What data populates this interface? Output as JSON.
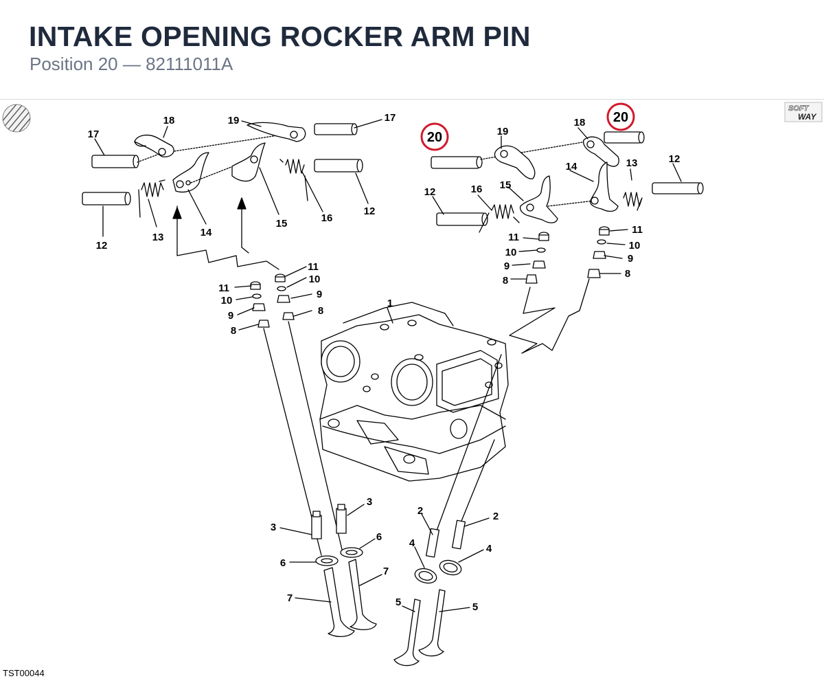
{
  "header": {
    "title": "INTAKE OPENING ROCKER ARM PIN",
    "subtitle": "Position 20 — 82111011A"
  },
  "footer": {
    "doc_code": "TST00044"
  },
  "logos": {
    "left": "ducati-globe-logo",
    "right": "soft-way-logo",
    "right_text_1": "SOFT",
    "right_text_2": "WAY"
  },
  "highlight": {
    "position": "20",
    "color": "#d0192b"
  },
  "callouts": [
    {
      "id": "c1",
      "text": "17"
    },
    {
      "id": "c2",
      "text": "18"
    },
    {
      "id": "c3",
      "text": "19"
    },
    {
      "id": "c4",
      "text": "17"
    },
    {
      "id": "c5",
      "text": "12"
    },
    {
      "id": "c6",
      "text": "13"
    },
    {
      "id": "c7",
      "text": "14"
    },
    {
      "id": "c8",
      "text": "15"
    },
    {
      "id": "c9",
      "text": "16"
    },
    {
      "id": "c10",
      "text": "12"
    },
    {
      "id": "c11",
      "text": "11"
    },
    {
      "id": "c12",
      "text": "10"
    },
    {
      "id": "c13",
      "text": "9"
    },
    {
      "id": "c14",
      "text": "8"
    },
    {
      "id": "c15",
      "text": "11"
    },
    {
      "id": "c16",
      "text": "10"
    },
    {
      "id": "c17",
      "text": "9"
    },
    {
      "id": "c18",
      "text": "8"
    },
    {
      "id": "c19",
      "text": "1"
    },
    {
      "id": "c20",
      "text": "19"
    },
    {
      "id": "c21",
      "text": "18"
    },
    {
      "id": "c22",
      "text": "14"
    },
    {
      "id": "c23",
      "text": "13"
    },
    {
      "id": "c24",
      "text": "12"
    },
    {
      "id": "c25",
      "text": "12"
    },
    {
      "id": "c26",
      "text": "16"
    },
    {
      "id": "c27",
      "text": "15"
    },
    {
      "id": "c28",
      "text": "11"
    },
    {
      "id": "c29",
      "text": "10"
    },
    {
      "id": "c30",
      "text": "9"
    },
    {
      "id": "c31",
      "text": "8"
    },
    {
      "id": "c32",
      "text": "11"
    },
    {
      "id": "c33",
      "text": "10"
    },
    {
      "id": "c34",
      "text": "9"
    },
    {
      "id": "c35",
      "text": "8"
    },
    {
      "id": "c36",
      "text": "3"
    },
    {
      "id": "c37",
      "text": "3"
    },
    {
      "id": "c38",
      "text": "6"
    },
    {
      "id": "c39",
      "text": "6"
    },
    {
      "id": "c40",
      "text": "7"
    },
    {
      "id": "c41",
      "text": "7"
    },
    {
      "id": "c42",
      "text": "2"
    },
    {
      "id": "c43",
      "text": "2"
    },
    {
      "id": "c44",
      "text": "4"
    },
    {
      "id": "c45",
      "text": "4"
    },
    {
      "id": "c46",
      "text": "5"
    },
    {
      "id": "c47",
      "text": "5"
    }
  ],
  "position_markers": [
    {
      "id": "p1",
      "text": "20"
    },
    {
      "id": "p2",
      "text": "20"
    }
  ]
}
